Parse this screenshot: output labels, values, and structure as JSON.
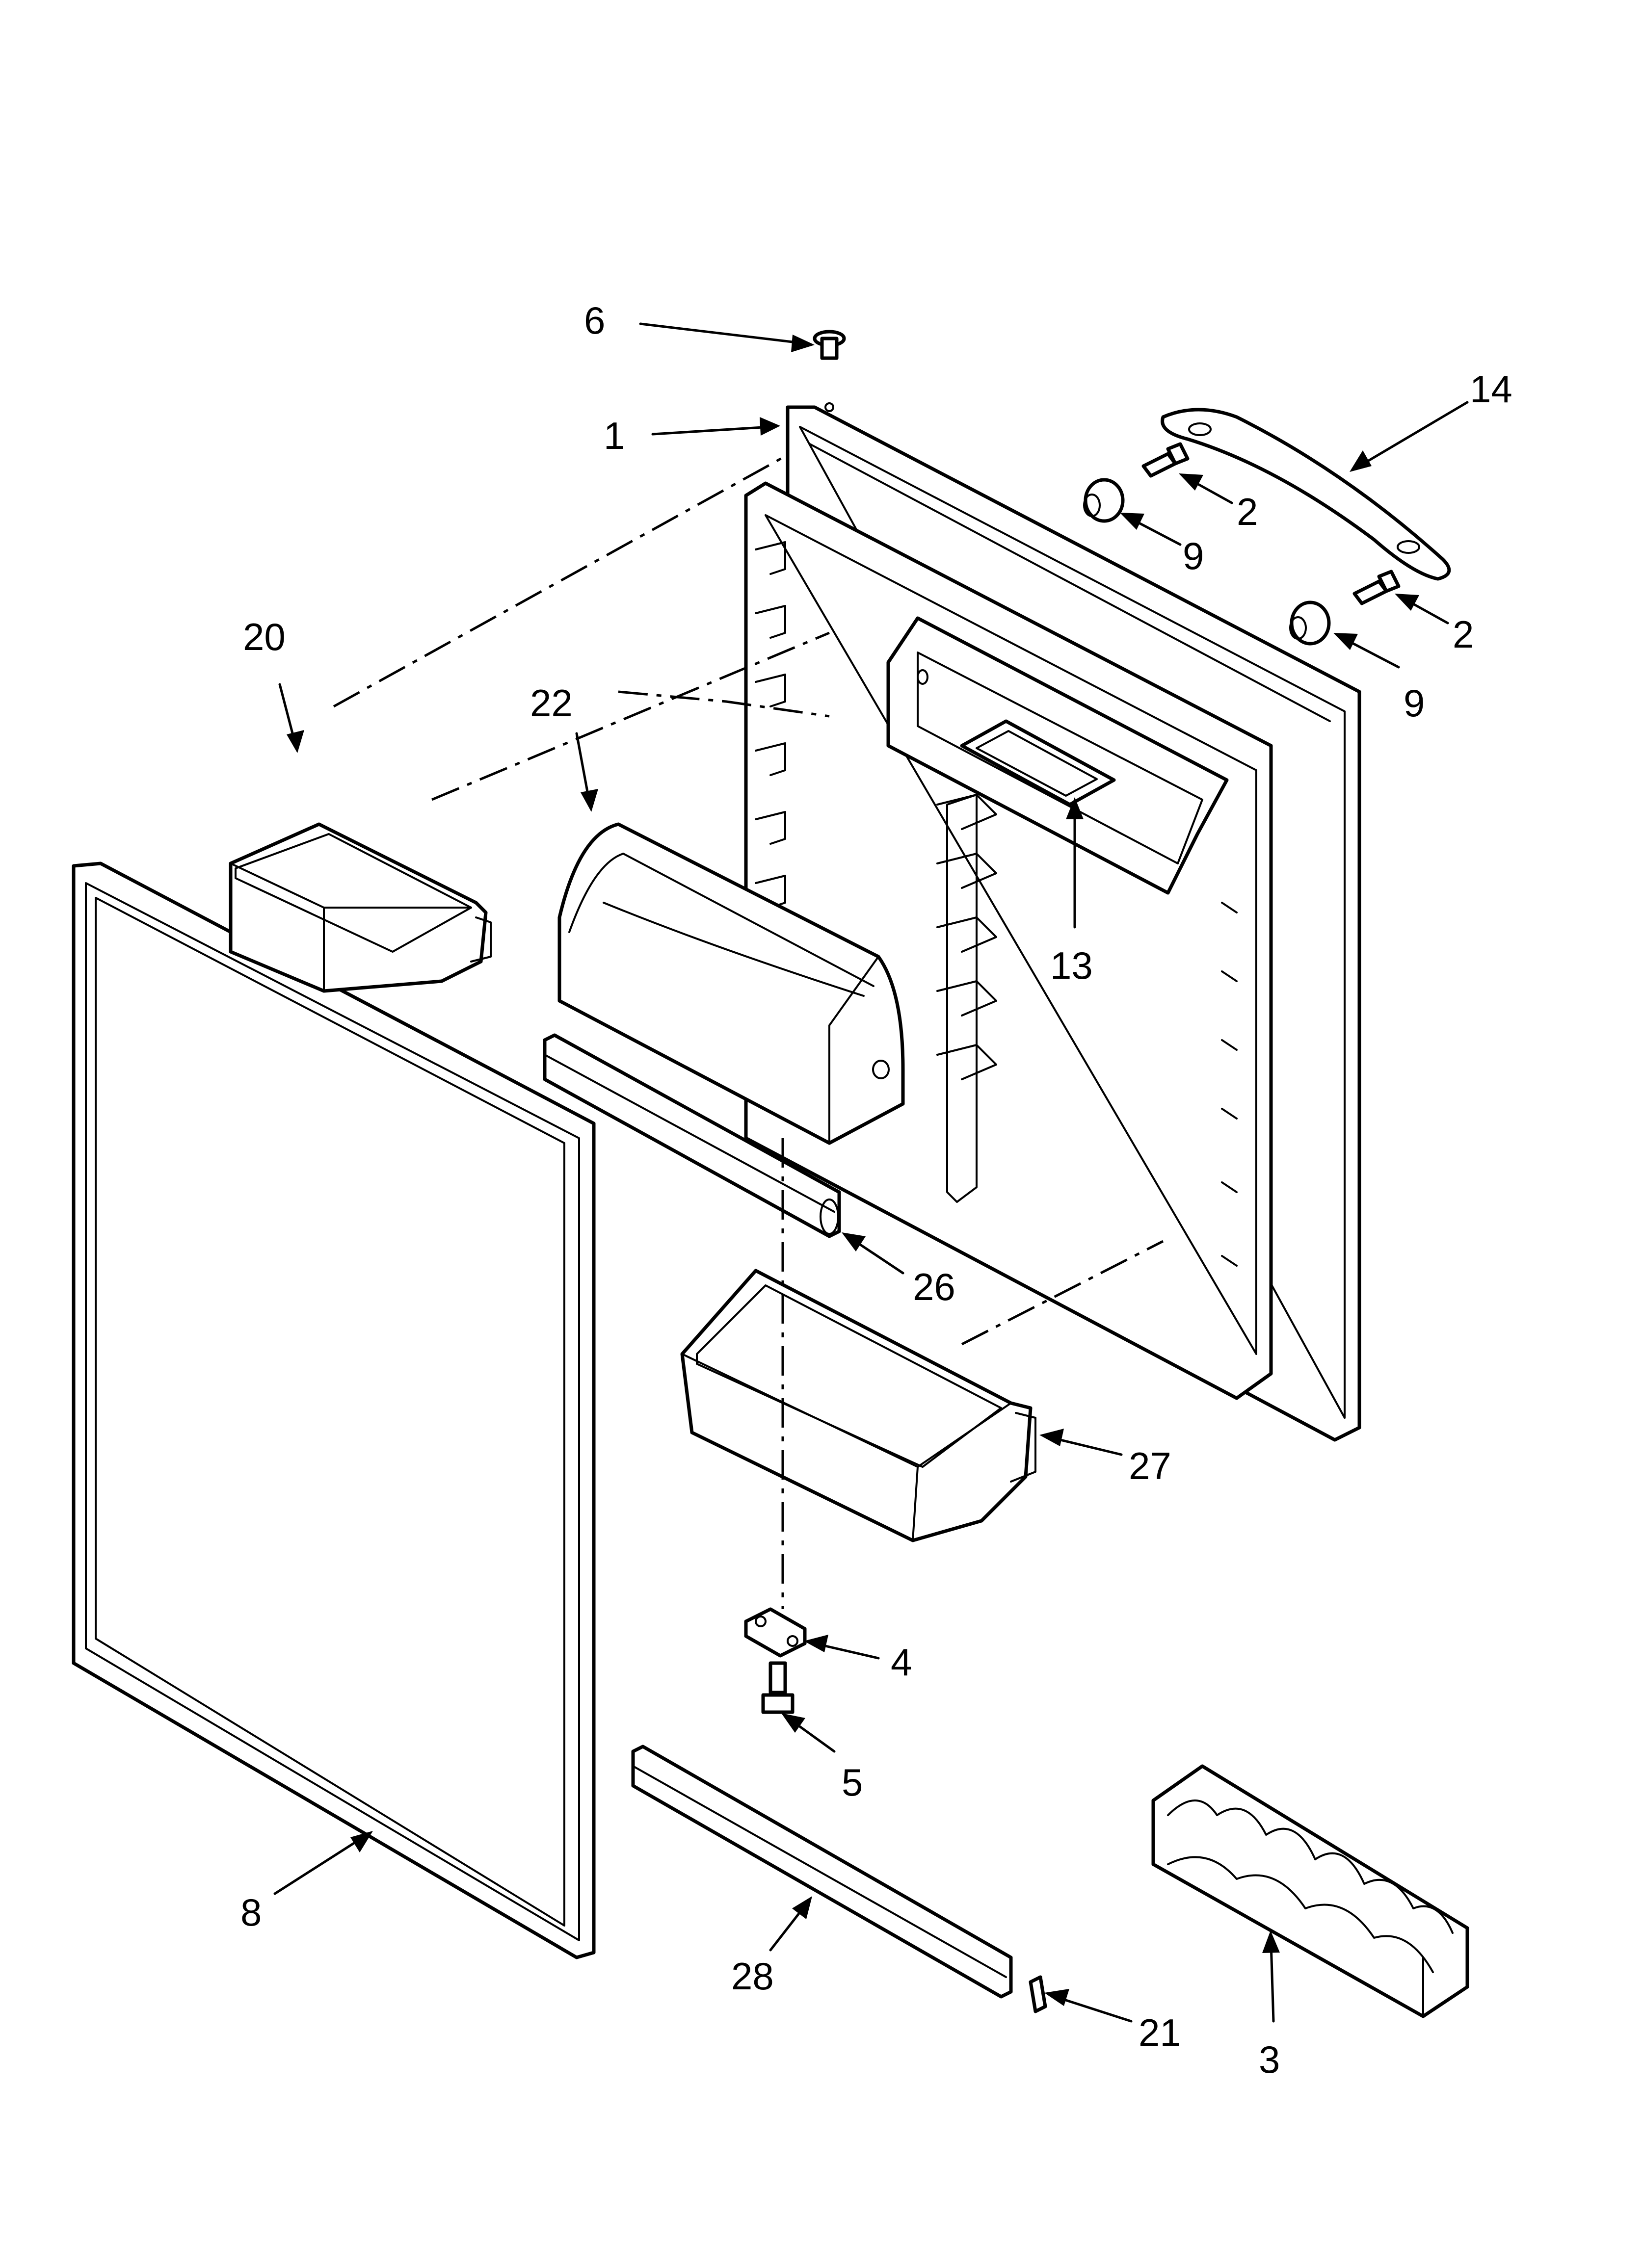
{
  "diagram": {
    "callouts": [
      {
        "id": "6",
        "label": "6"
      },
      {
        "id": "1",
        "label": "1"
      },
      {
        "id": "14",
        "label": "14"
      },
      {
        "id": "2a",
        "label": "2"
      },
      {
        "id": "9a",
        "label": "9"
      },
      {
        "id": "2b",
        "label": "2"
      },
      {
        "id": "9b",
        "label": "9"
      },
      {
        "id": "20",
        "label": "20"
      },
      {
        "id": "22",
        "label": "22"
      },
      {
        "id": "13",
        "label": "13"
      },
      {
        "id": "26",
        "label": "26"
      },
      {
        "id": "27",
        "label": "27"
      },
      {
        "id": "4",
        "label": "4"
      },
      {
        "id": "5",
        "label": "5"
      },
      {
        "id": "8",
        "label": "8"
      },
      {
        "id": "28",
        "label": "28"
      },
      {
        "id": "21",
        "label": "21"
      },
      {
        "id": "3",
        "label": "3"
      }
    ]
  }
}
